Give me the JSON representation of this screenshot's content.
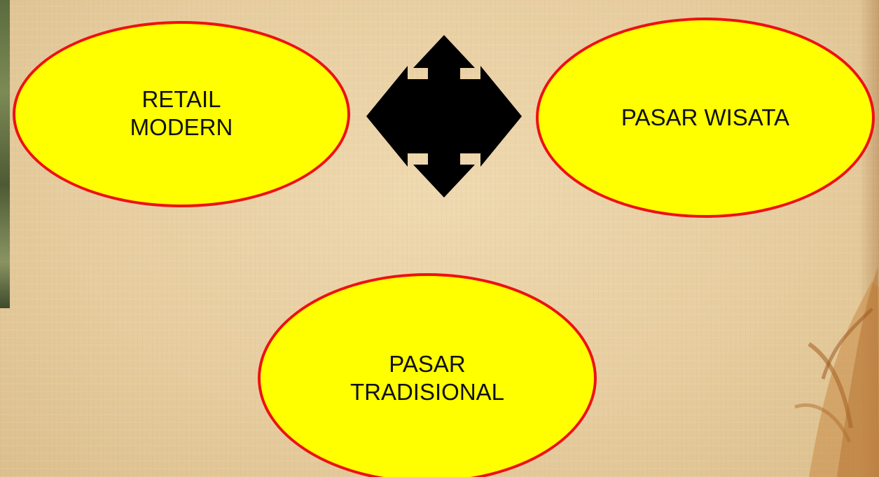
{
  "diagram": {
    "nodes": [
      {
        "id": "retail-modern",
        "label": "RETAIL\nMODERN"
      },
      {
        "id": "pasar-wisata",
        "label": "PASAR WISATA"
      },
      {
        "id": "pasar-tradisional",
        "label": "PASAR\nTRADISIONAL"
      }
    ],
    "connector": "four-way-arrow-icon"
  },
  "colors": {
    "node_fill": "#ffff00",
    "node_border": "#ee1111",
    "text": "#111111",
    "arrow": "#000000",
    "background": "#e8d2a6"
  }
}
